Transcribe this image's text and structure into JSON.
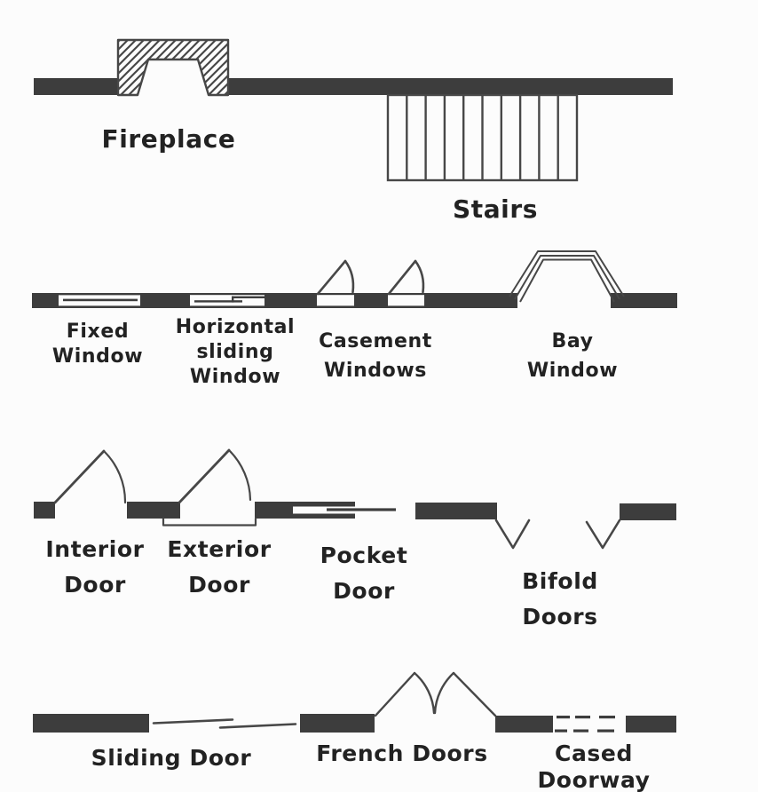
{
  "labels": {
    "fireplace": "Fireplace",
    "stairs": "Stairs",
    "fixed_window": "Fixed\nWindow",
    "horizontal_sliding_window": "Horizontal\nsliding\nWindow",
    "casement_windows": "Casement\nWindows",
    "bay_window": "Bay\nWindow",
    "interior_door": "Interior\nDoor",
    "exterior_door": "Exterior\nDoor",
    "pocket_door": "Pocket\nDoor",
    "bifold_doors": "Bifold\nDoors",
    "sliding_door": "Sliding Door",
    "french_doors": "French Doors",
    "cased_doorway": "Cased Doorway"
  },
  "colors": {
    "wall": "#3d3d3d",
    "line": "#474747",
    "text": "#222222",
    "background": "#fcfcfc"
  }
}
